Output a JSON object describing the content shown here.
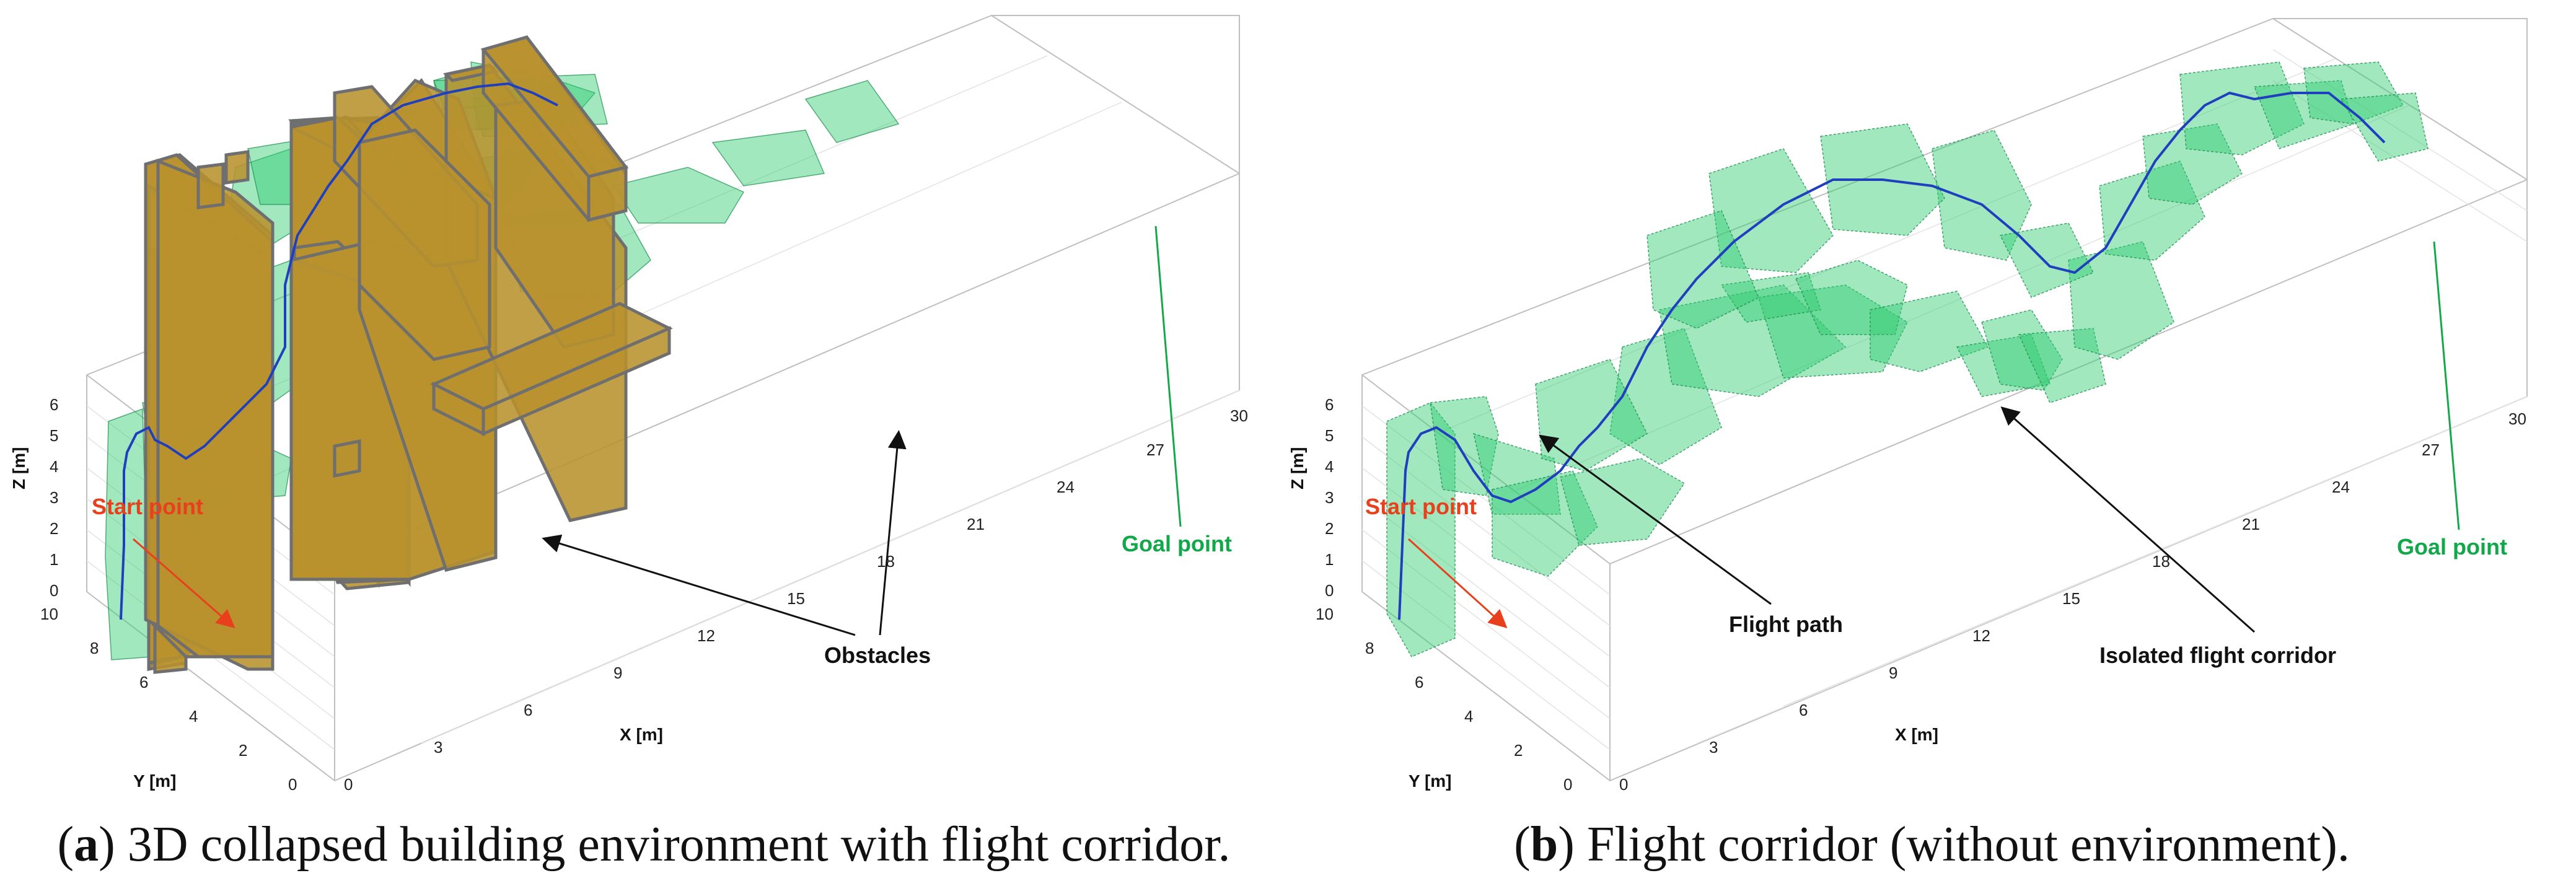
{
  "panel_a": {
    "caption_letter": "a",
    "caption_text": "3D collapsed building environment with flight corridor.",
    "labels": {
      "start": "Start point",
      "goal": "Goal point",
      "obstacles": "Obstacles"
    },
    "axes": {
      "x_label": "X [m]",
      "y_label": "Y [m]",
      "z_label": "Z [m]",
      "x_ticks": [
        "0",
        "3",
        "6",
        "9",
        "12",
        "15",
        "18",
        "21",
        "24",
        "27",
        "30"
      ],
      "y_ticks": [
        "0",
        "2",
        "4",
        "6",
        "8",
        "10"
      ],
      "z_ticks": [
        "0",
        "1",
        "2",
        "3",
        "4",
        "5",
        "6"
      ]
    }
  },
  "panel_b": {
    "caption_letter": "b",
    "caption_text": "Flight corridor (without environment).",
    "labels": {
      "start": "Start point",
      "goal": "Goal point",
      "path": "Flight path",
      "corridor": "Isolated flight corridor"
    },
    "axes": {
      "x_label": "X [m]",
      "y_label": "Y [m]",
      "z_label": "Z [m]",
      "x_ticks": [
        "0",
        "3",
        "6",
        "9",
        "12",
        "15",
        "18",
        "21",
        "24",
        "27",
        "30"
      ],
      "y_ticks": [
        "0",
        "2",
        "4",
        "6",
        "8",
        "10"
      ],
      "z_ticks": [
        "0",
        "1",
        "2",
        "3",
        "4",
        "5",
        "6"
      ]
    }
  },
  "colors": {
    "obstacle": "#b8922e",
    "corridor": "#2ecc71",
    "path": "#1f3fbf",
    "start": "#e8401c",
    "goal": "#12a84a"
  }
}
